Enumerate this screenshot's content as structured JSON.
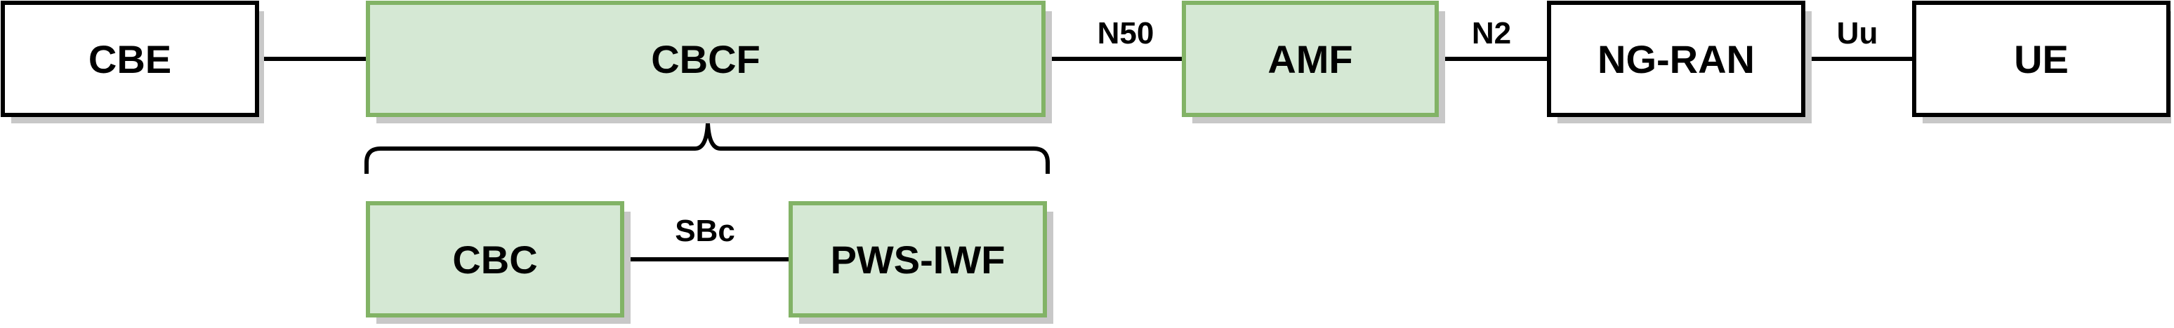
{
  "nodes": {
    "cbe": {
      "label": "CBE",
      "style": "plain"
    },
    "cbcf": {
      "label": "CBCF",
      "style": "green"
    },
    "amf": {
      "label": "AMF",
      "style": "green"
    },
    "ngran": {
      "label": "NG-RAN",
      "style": "plain"
    },
    "ue": {
      "label": "UE",
      "style": "plain"
    },
    "cbc": {
      "label": "CBC",
      "style": "green"
    },
    "pwsiwf": {
      "label": "PWS-IWF",
      "style": "green"
    }
  },
  "edges": {
    "cbe_cbcf": {
      "label": ""
    },
    "cbcf_amf": {
      "label": "N50"
    },
    "amf_ngran": {
      "label": "N2"
    },
    "ngran_ue": {
      "label": "Uu"
    },
    "cbc_pwsiwf": {
      "label": "SBc"
    }
  },
  "colors": {
    "green_fill": "#d5e8d4",
    "green_stroke": "#82b366",
    "plain_fill": "#ffffff",
    "plain_stroke": "#000000",
    "shadow": "#c8c8c8"
  }
}
